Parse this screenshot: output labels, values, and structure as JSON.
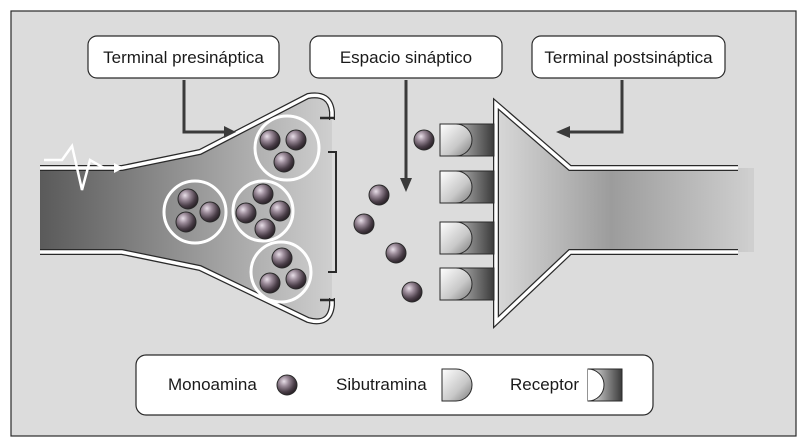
{
  "labels": {
    "presynaptic": "Terminal presináptica",
    "cleft": "Espacio sináptico",
    "postsynaptic": "Terminal postsináptica"
  },
  "legend": {
    "monoamine": "Monoamina",
    "sibutramine": "Sibutramina",
    "receptor": "Receptor"
  },
  "colors": {
    "panel_bg": "#dcdcdc",
    "outline": "#2a2a2a",
    "callout_arrow": "#3a3a3a"
  },
  "icons": {
    "impulse": "nerve-impulse-icon",
    "monoamine": "monoamine-sphere-icon",
    "sibutramine": "sibutramine-cup-icon",
    "receptor": "receptor-icon"
  }
}
